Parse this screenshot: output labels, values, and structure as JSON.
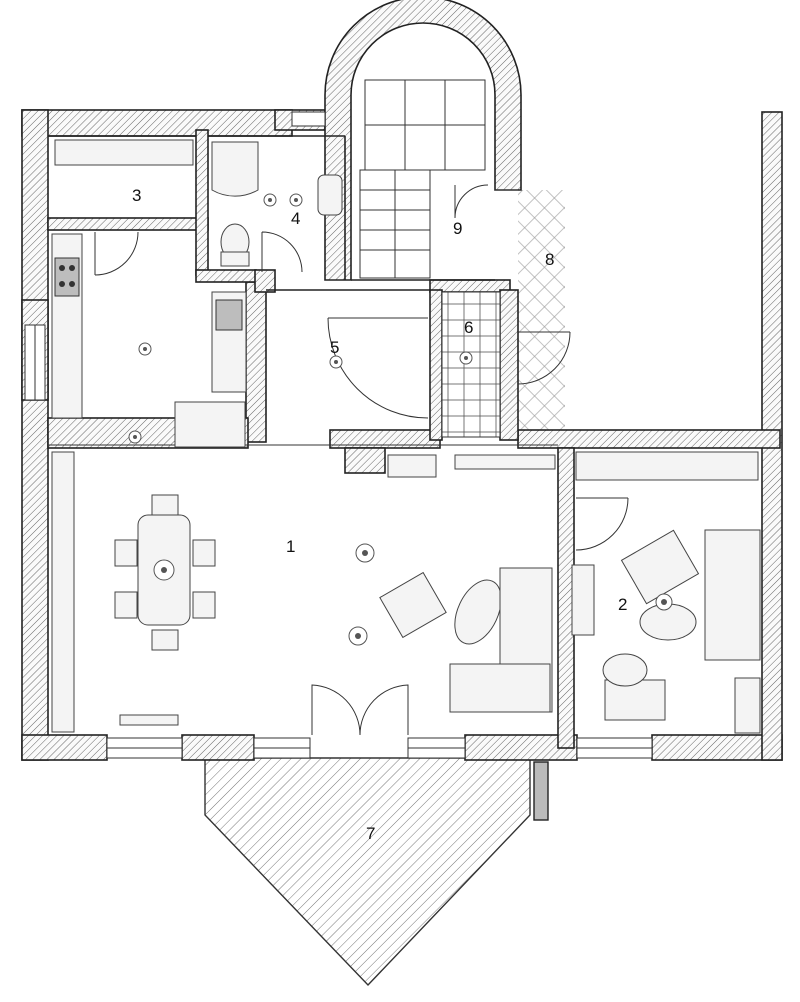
{
  "plan": {
    "rooms": [
      {
        "id": "living",
        "label": "1"
      },
      {
        "id": "bedroom",
        "label": "2"
      },
      {
        "id": "storage",
        "label": "3"
      },
      {
        "id": "bathroom",
        "label": "4"
      },
      {
        "id": "hall",
        "label": "5"
      },
      {
        "id": "vestibule",
        "label": "6"
      },
      {
        "id": "terrace",
        "label": "7"
      },
      {
        "id": "porch",
        "label": "8"
      },
      {
        "id": "stairs",
        "label": "9"
      }
    ]
  }
}
